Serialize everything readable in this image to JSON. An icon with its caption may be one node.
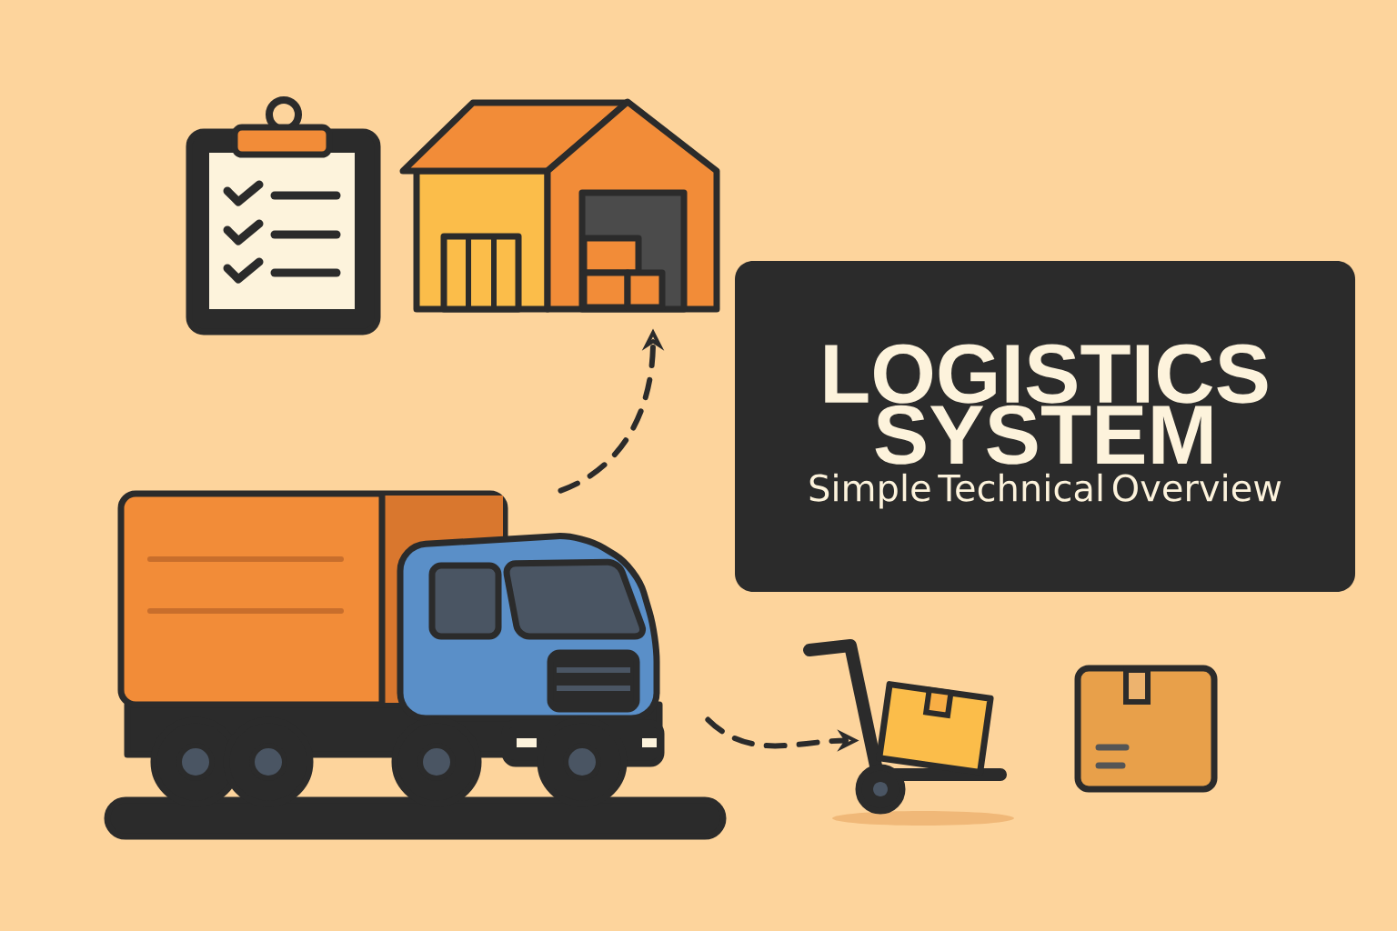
{
  "diagram": {
    "nodes": [
      {
        "text": [],
        "shape": "picture"
      },
      {
        "text": [],
        "shape": "picture"
      },
      {
        "text": [
          "LOGISTICS SYSTEM",
          "Simple Technical Overview"
        ]
      },
      {
        "text": [],
        "shape": "picture"
      },
      {
        "text": [],
        "shape": "picture"
      },
      {
        "text": [],
        "shape": "picture"
      }
    ],
    "edges": [
      {
        "from": 3,
        "to": 1,
        "arrow": "to",
        "style": "dashed"
      },
      {
        "from": 3,
        "to": 4,
        "arrow": "to",
        "style": "dashed"
      }
    ]
  }
}
